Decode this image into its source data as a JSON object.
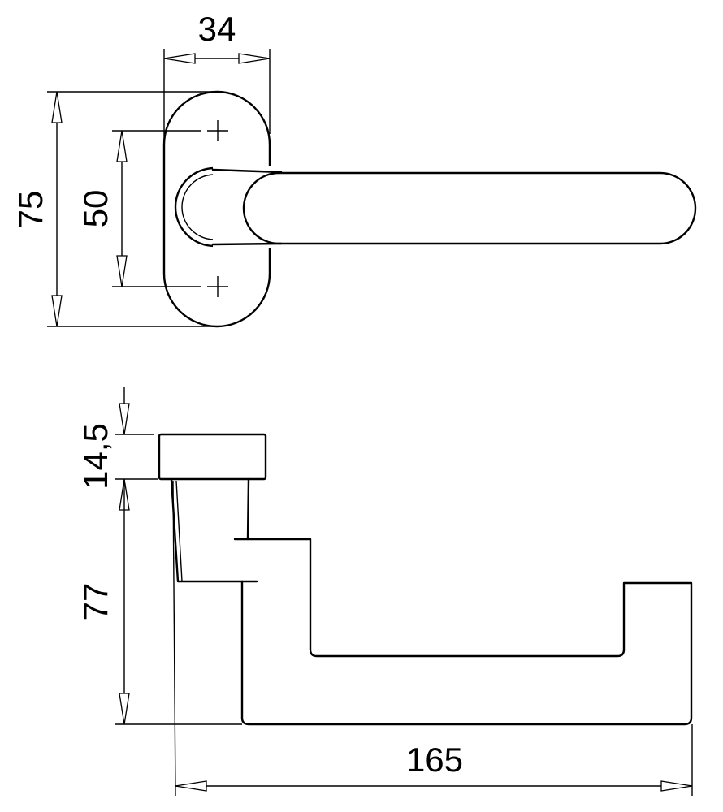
{
  "drawing": {
    "top_view": {
      "width_label": "34",
      "height_label": "75",
      "hole_spacing_label": "50"
    },
    "side_view": {
      "rose_height_label": "14,5",
      "lever_height_label": "77",
      "lever_length_label": "165"
    },
    "colors": {
      "line": "#000000",
      "background": "#ffffff"
    }
  }
}
